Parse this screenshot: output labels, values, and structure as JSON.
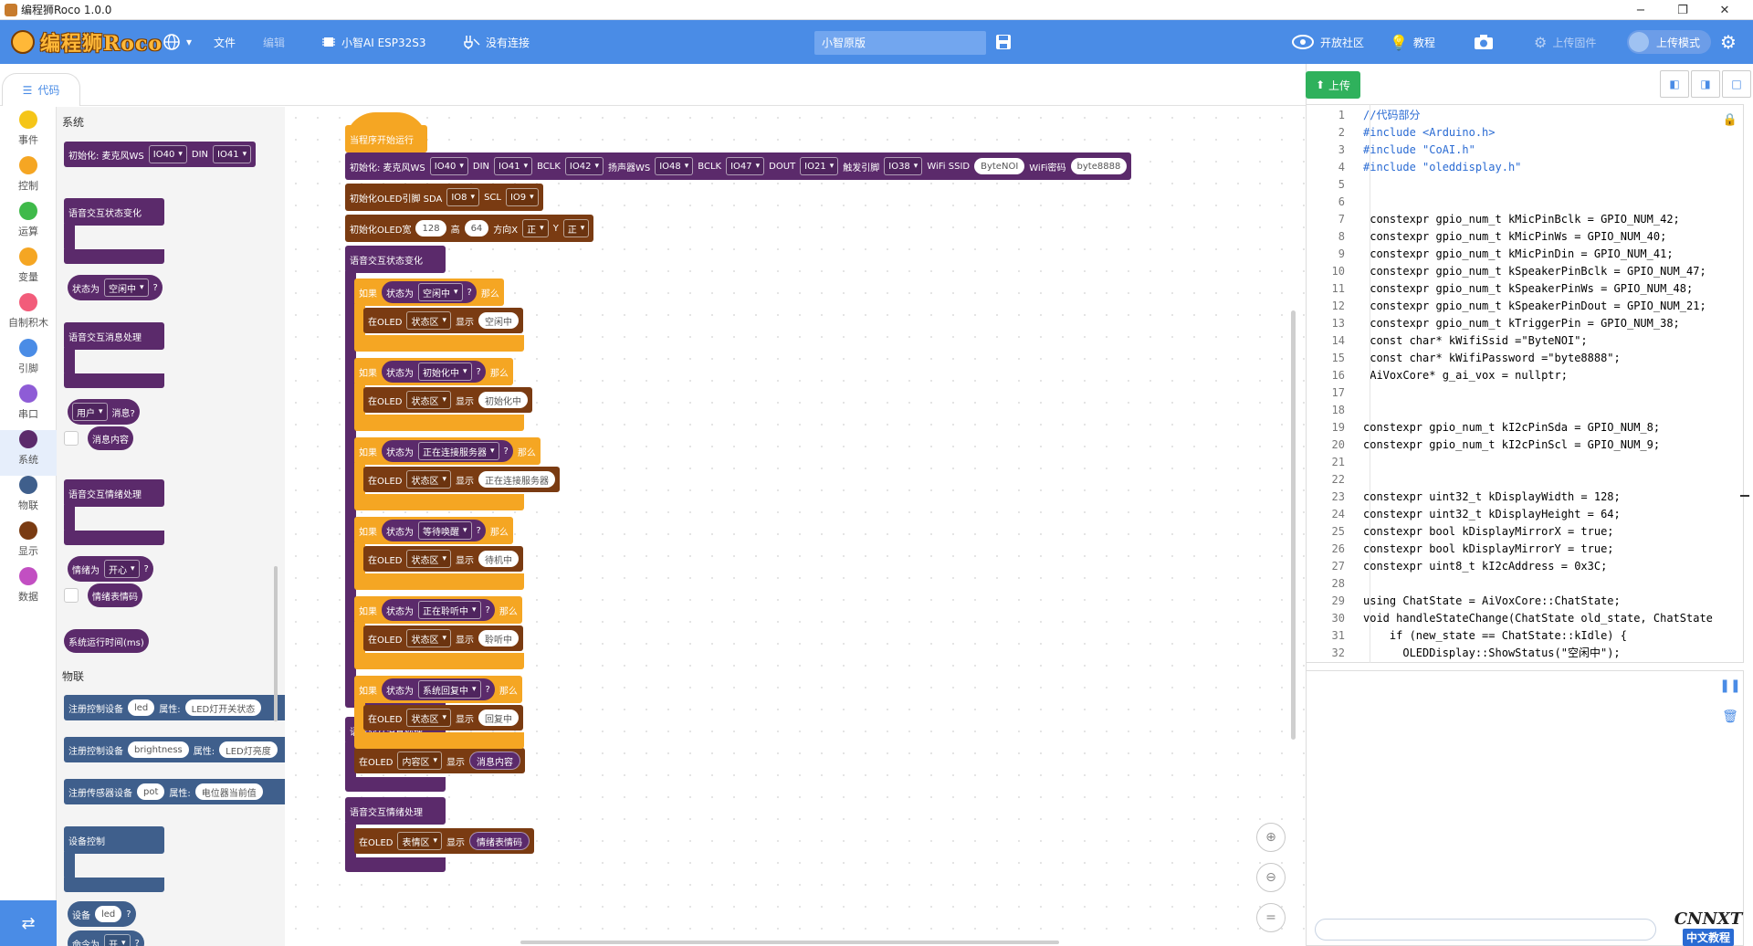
{
  "window": {
    "title": "编程狮Roco 1.0.0",
    "min": "−",
    "restore": "❐",
    "close": "✕"
  },
  "toolbar": {
    "logo": "编程狮Roco",
    "language_icon": "globe-icon",
    "file": "文件",
    "edit": "编辑",
    "board": "小智AI ESP32S3",
    "connection": "没有连接",
    "project_name": "小智原版",
    "community": "开放社区",
    "tutorial": "教程",
    "upload_firmware": "上传固件",
    "upload_mode": "上传模式"
  },
  "tabs": {
    "code": "代码"
  },
  "categories": [
    {
      "label": "事件",
      "color": "#f5c518"
    },
    {
      "label": "控制",
      "color": "#f5a623"
    },
    {
      "label": "运算",
      "color": "#3fba4a"
    },
    {
      "label": "变量",
      "color": "#f5a623"
    },
    {
      "label": "自制积木",
      "color": "#f25c7a"
    },
    {
      "label": "引脚",
      "color": "#4a8ce6"
    },
    {
      "label": "串口",
      "color": "#8e5cd6"
    },
    {
      "label": "系统",
      "color": "#5b2a6b"
    },
    {
      "label": "物联",
      "color": "#3f5f8c"
    },
    {
      "label": "显示",
      "color": "#7a3b12"
    },
    {
      "label": "数据",
      "color": "#c24fc2"
    }
  ],
  "flyout": {
    "system_title": "系统",
    "init_mic": {
      "label": "初始化: 麦克风WS",
      "ws": "IO40",
      "din_label": "DIN",
      "din": "IO41"
    },
    "voice_state_change": "语音交互状态变化",
    "state_is": {
      "label": "状态为",
      "value": "空闲中",
      "q": "?"
    },
    "voice_msg": "语音交互消息处理",
    "user_msg": {
      "who": "用户",
      "label": "消息?"
    },
    "msg_content": "消息内容",
    "voice_emotion": "语音交互情绪处理",
    "emotion_is": {
      "label": "情绪为",
      "value": "开心",
      "q": "?"
    },
    "emotion_emoji": "情绪表情码",
    "runtime": "系统运行时间(ms)",
    "iot_title": "物联",
    "reg_led": {
      "label": "注册控制设备",
      "name": "led",
      "attr": "属性:",
      "attr_val": "LED灯开关状态"
    },
    "reg_bright": {
      "label": "注册控制设备",
      "name": "brightness",
      "attr": "属性:",
      "attr_val": "LED灯亮度"
    },
    "reg_sensor": {
      "label": "注册传感器设备",
      "name": "pot",
      "attr": "属性:",
      "attr_val": "电位器当前值"
    },
    "dev_control": "设备控制",
    "device_is": {
      "label": "设备",
      "name": "led",
      "q": "?"
    },
    "command_is": {
      "label": "命令为",
      "value": "开",
      "q": "?"
    }
  },
  "workspace": {
    "hat": "当程序开始运行",
    "init": {
      "label": "初始化: 麦克风WS",
      "ws": "IO40",
      "din_l": "DIN",
      "din": "IO41",
      "bclk_l": "BCLK",
      "bclk": "IO42",
      "spkws_l": "扬声器WS",
      "spkws": "IO48",
      "spkbclk_l": "BCLK",
      "spkbclk": "IO47",
      "dout_l": "DOUT",
      "dout": "IO21",
      "trig_l": "触发引脚",
      "trig": "IO38",
      "ssid_l": "WiFi SSID",
      "ssid": "ByteNOI",
      "pwd_l": "WiFi密码",
      "pwd": "byte8888"
    },
    "oled_pins": {
      "label": "初始化OLED引脚 SDA",
      "sda": "IO8",
      "scl_l": "SCL",
      "scl": "IO9"
    },
    "oled_size": {
      "label": "初始化OLED宽",
      "w": "128",
      "h_l": "高",
      "h": "64",
      "dx_l": "方向X",
      "dx": "正",
      "dy_l": "Y",
      "dy": "正"
    },
    "state_handler": "语音交互状态变化",
    "if_kw": "如果",
    "then_kw": "那么",
    "state_is": "状态为",
    "q": "?",
    "on_oled": "在OLED",
    "show": "显示",
    "state_area": "状态区",
    "cases": [
      {
        "state": "空闲中",
        "text": "空闲中"
      },
      {
        "state": "初始化中",
        "text": "初始化中"
      },
      {
        "state": "正在连接服务器",
        "text": "正在连接服务器"
      },
      {
        "state": "等待唤醒",
        "text": "待机中"
      },
      {
        "state": "正在聆听中",
        "text": "聆听中"
      },
      {
        "state": "系统回复中",
        "text": "回复中"
      }
    ],
    "msg_handler": "语音交互消息处理",
    "msg_area": "内容区",
    "msg_content": "消息内容",
    "emo_handler": "语音交互情绪处理",
    "emo_area": "表情区",
    "emo_content": "情绪表情码"
  },
  "right": {
    "upload": "上传",
    "code_lines": [
      "//代码部分",
      "#include <Arduino.h>",
      "#include \"CoAI.h\"",
      "#include \"oleddisplay.h\"",
      "",
      "",
      " constexpr gpio_num_t kMicPinBclk = GPIO_NUM_42;",
      " constexpr gpio_num_t kMicPinWs = GPIO_NUM_40;",
      " constexpr gpio_num_t kMicPinDin = GPIO_NUM_41;",
      " constexpr gpio_num_t kSpeakerPinBclk = GPIO_NUM_47;",
      " constexpr gpio_num_t kSpeakerPinWs = GPIO_NUM_48;",
      " constexpr gpio_num_t kSpeakerPinDout = GPIO_NUM_21;",
      " constexpr gpio_num_t kTriggerPin = GPIO_NUM_38;",
      " const char* kWifiSsid =\"ByteNOI\";",
      " const char* kWifiPassword =\"byte8888\";",
      " AiVoxCore* g_ai_vox = nullptr;",
      "",
      "",
      "constexpr gpio_num_t kI2cPinSda = GPIO_NUM_8;",
      "constexpr gpio_num_t kI2cPinScl = GPIO_NUM_9;",
      "",
      "",
      "constexpr uint32_t kDisplayWidth = 128;",
      "constexpr uint32_t kDisplayHeight = 64;",
      "constexpr bool kDisplayMirrorX = true;",
      "constexpr bool kDisplayMirrorY = true;",
      "constexpr uint8_t kI2cAddress = 0x3C;",
      "",
      "using ChatState = AiVoxCore::ChatState;",
      "void handleStateChange(ChatState old_state, ChatState",
      "    if (new_state == ChatState::kIdle) {",
      "      OLEDDisplay::ShowStatus(\"空闲中\");"
    ],
    "line_numbers": [
      "1",
      "2",
      "3",
      "4",
      "5",
      "6",
      "7",
      "8",
      "9",
      "10",
      "11",
      "12",
      "13",
      "14",
      "15",
      "16",
      "17",
      "18",
      "19",
      "20",
      "21",
      "22",
      "23",
      "24",
      "25",
      "26",
      "27",
      "28",
      "29",
      "30",
      "31",
      "32"
    ],
    "watermark": "CNNXT",
    "watermark_sub": "中文教程"
  }
}
